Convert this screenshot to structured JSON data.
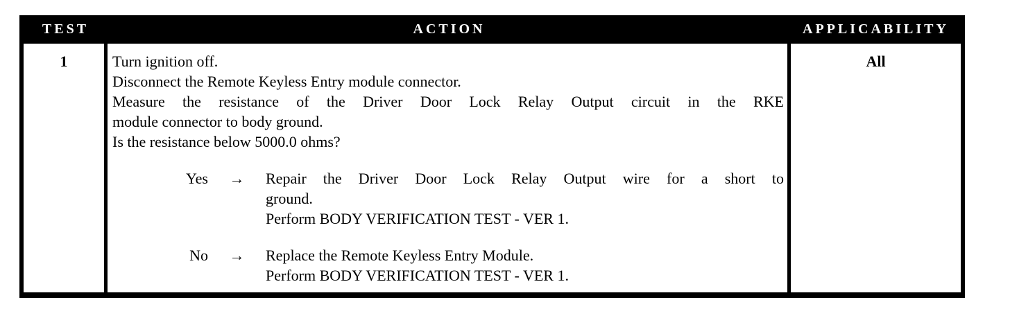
{
  "colors": {
    "header_bg": "#000000",
    "header_text": "#ffffff",
    "body_text": "#000000",
    "page_bg": "#ffffff",
    "border": "#000000"
  },
  "table": {
    "headers": [
      "TEST",
      "ACTION",
      "APPLICABILITY"
    ],
    "row": {
      "test": "1",
      "applicability": "All",
      "action": {
        "steps": [
          "Turn ignition off.",
          "Disconnect the Remote Keyless Entry module connector.",
          "Measure the resistance of the Driver Door Lock Relay Output circuit in the RKE",
          "module connector to body ground.",
          "Is the resistance below 5000.0 ohms?"
        ],
        "yes_branch": {
          "label": "Yes",
          "arrow": "→",
          "lines": [
            "Repair the Driver Door Lock Relay Output wire for a short to",
            "ground.",
            "Perform BODY VERIFICATION TEST - VER 1."
          ]
        },
        "no_branch": {
          "label": "No",
          "arrow": "→",
          "lines": [
            "Replace the Remote Keyless Entry Module.",
            "Perform BODY VERIFICATION TEST - VER 1."
          ]
        }
      }
    }
  }
}
